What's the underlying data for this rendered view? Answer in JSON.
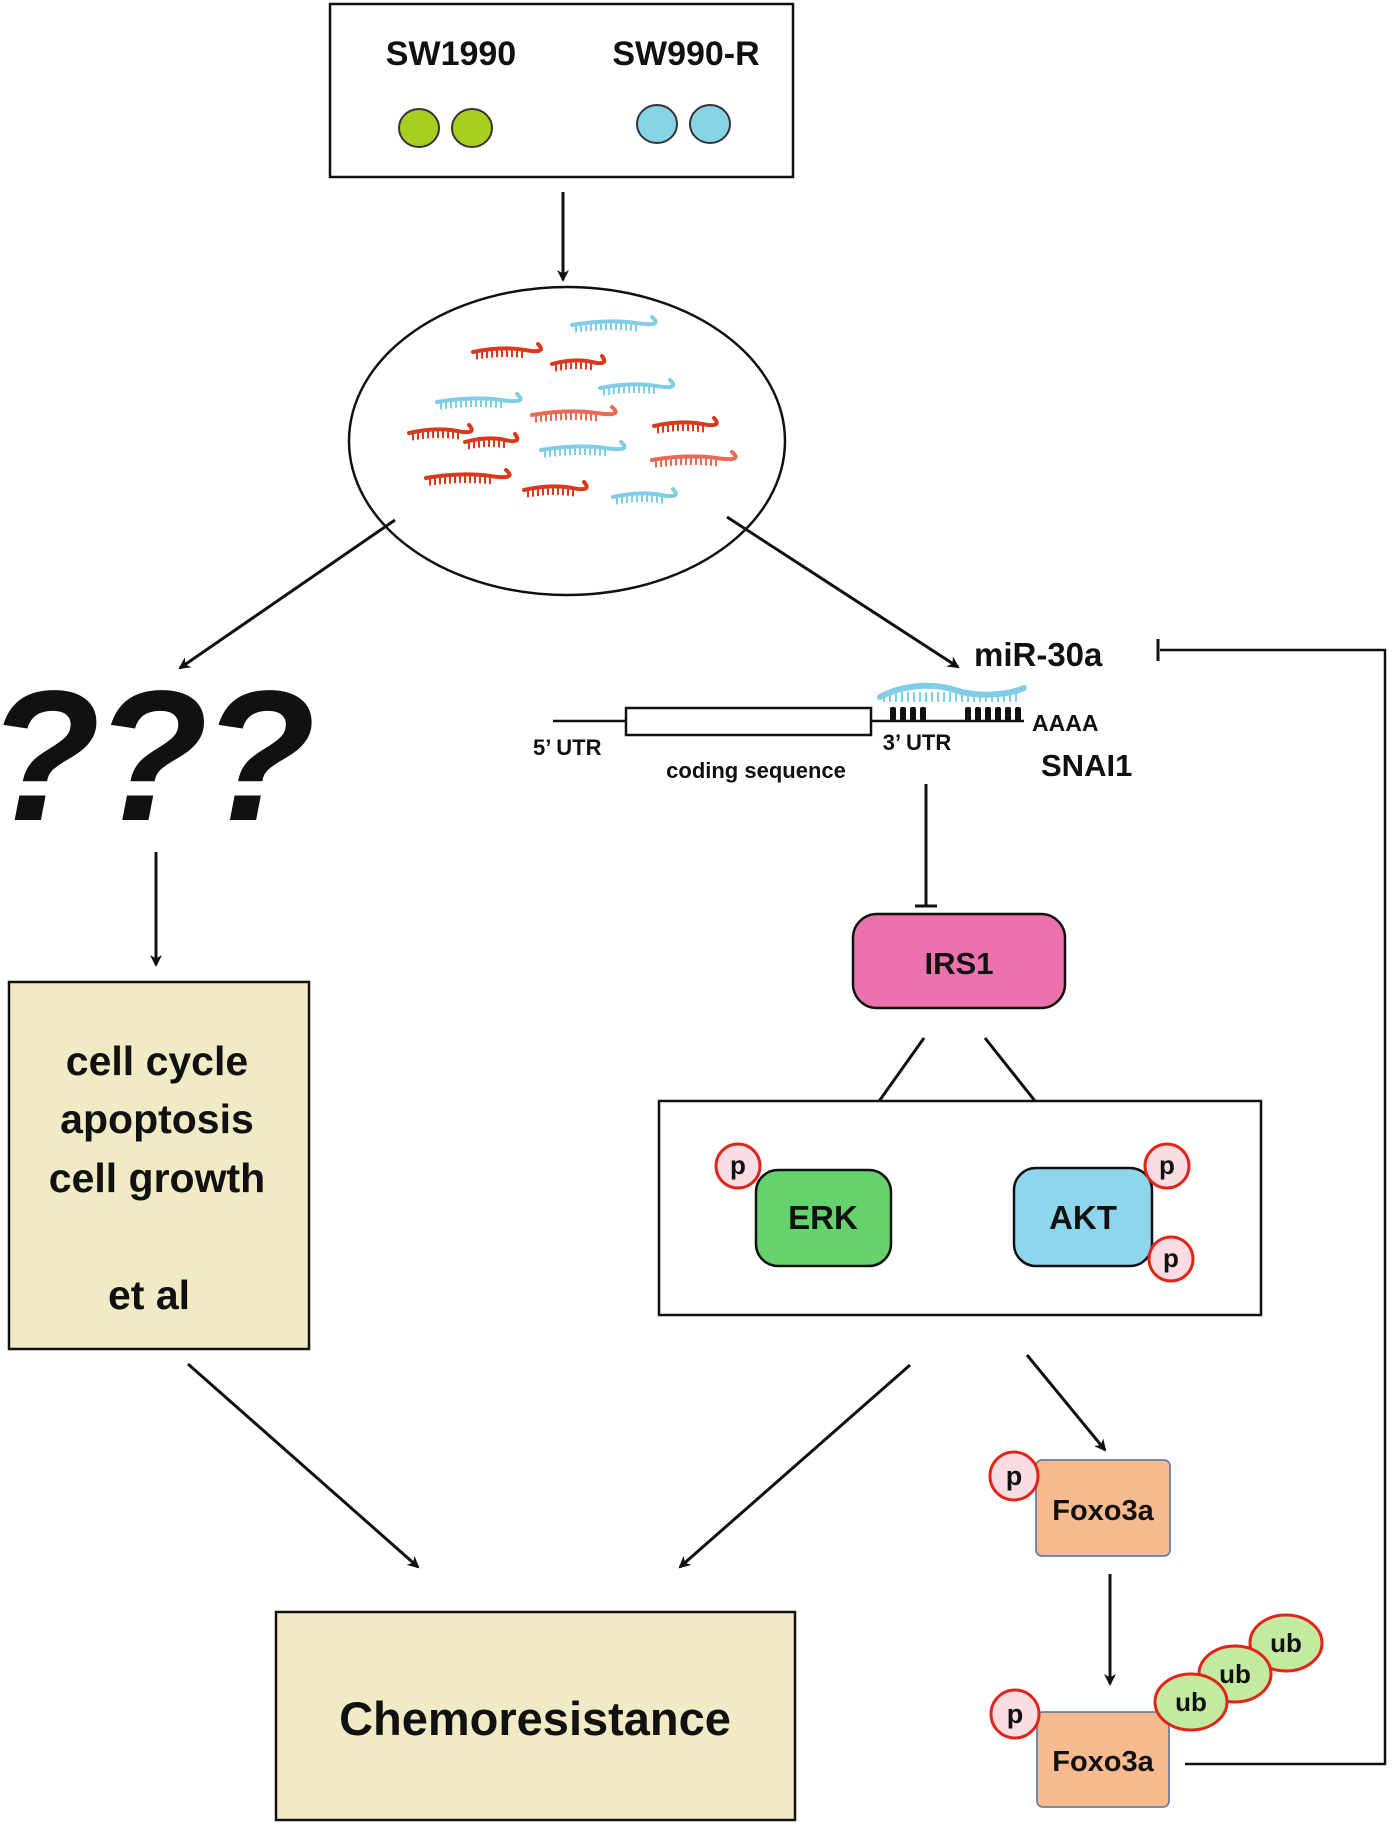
{
  "cell_lines": {
    "left": "SW1990",
    "right": "SW990-R"
  },
  "unknown": "???",
  "left_box": {
    "lines": [
      "cell cycle",
      "apoptosis",
      "cell growth",
      "",
      "et al"
    ]
  },
  "mirna": "miR-30a",
  "mrna": {
    "five_utr": "5’ UTR",
    "coding": "coding sequence",
    "three_utr": "3’ UTR",
    "polya": "AAAA",
    "gene": "SNAI1"
  },
  "irs1": "IRS1",
  "erk": "ERK",
  "akt": "AKT",
  "phospho": "p",
  "foxo3a": "Foxo3a",
  "ubiquitin": "ub",
  "outcome": "Chemoresistance",
  "colors": {
    "green_cell": "#a8cf1f",
    "blue_cell": "#86d3e6",
    "rna_red": "#d93a1e",
    "rna_salmon": "#ea6a55",
    "rna_blue": "#7fcde6",
    "irs1": "#ec72ae",
    "erk": "#66d26e",
    "akt": "#8fd6ec",
    "phospho_fill": "#f9dde2",
    "phospho_ring": "#e0251b",
    "foxo3a": "#f8bb8f",
    "ub_fill": "#c2eaa0",
    "beige_box": "#f1ebc5"
  }
}
